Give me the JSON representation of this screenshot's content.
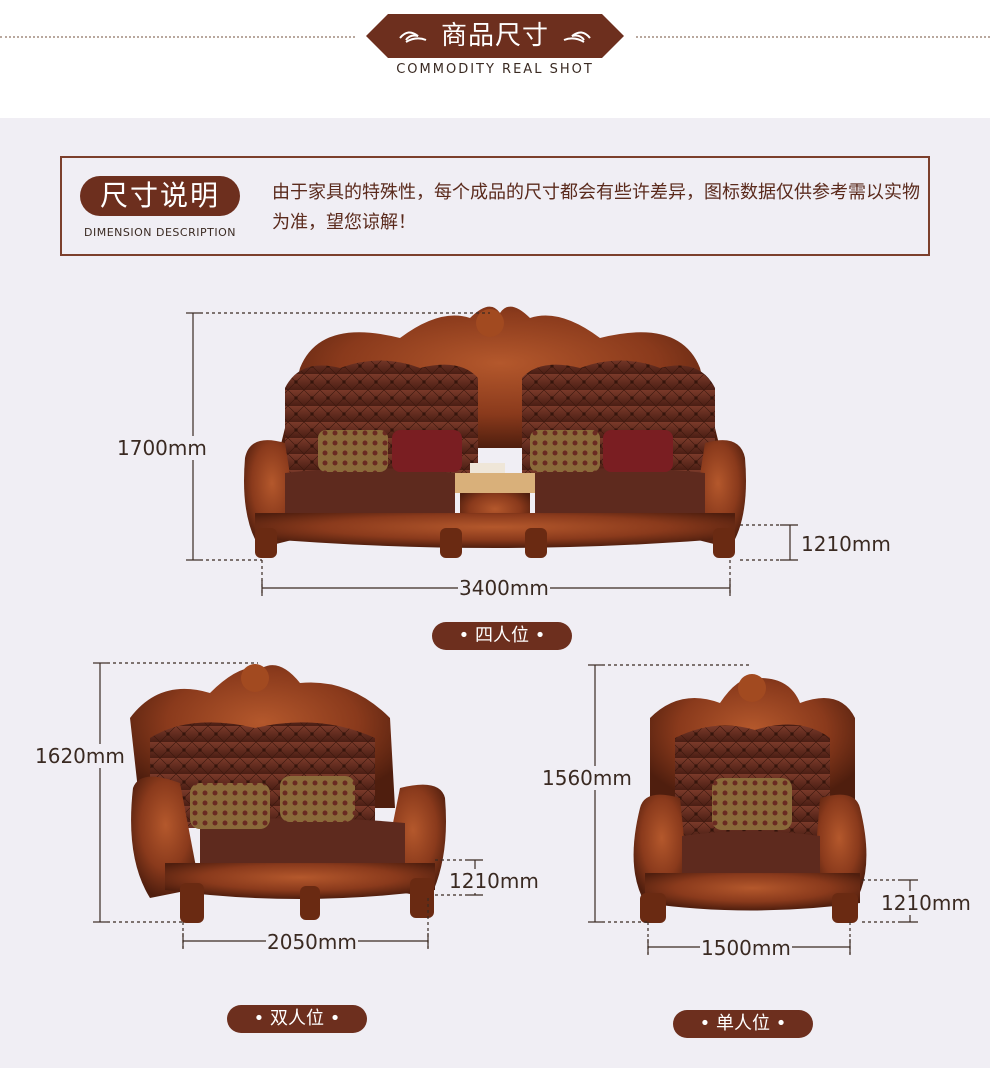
{
  "header": {
    "title": "商品尺寸",
    "subtitle": "COMMODITY REAL SHOT"
  },
  "description": {
    "badge": "尺寸说明",
    "badge_en": "DIMENSION DESCRIPTION",
    "text": "由于家具的特殊性，每个成品的尺寸都会有些许差异，图标数据仅供参考需以实物为准，望您谅解！"
  },
  "products": {
    "four_seat": {
      "label": "• 四人位 •",
      "height": "1700mm",
      "seat_height": "1210mm",
      "width": "3400mm"
    },
    "two_seat": {
      "label": "• 双人位 •",
      "height": "1620mm",
      "seat_height": "1210mm",
      "width": "2050mm"
    },
    "one_seat": {
      "label": "• 单人位 •",
      "height": "1560mm",
      "seat_height": "1210mm",
      "width": "1500mm"
    }
  },
  "colors": {
    "brand_brown": "#6d2f1e",
    "wood": "#8a3a1c",
    "leather": "#5e2a1e",
    "background": "#f0eef4"
  }
}
